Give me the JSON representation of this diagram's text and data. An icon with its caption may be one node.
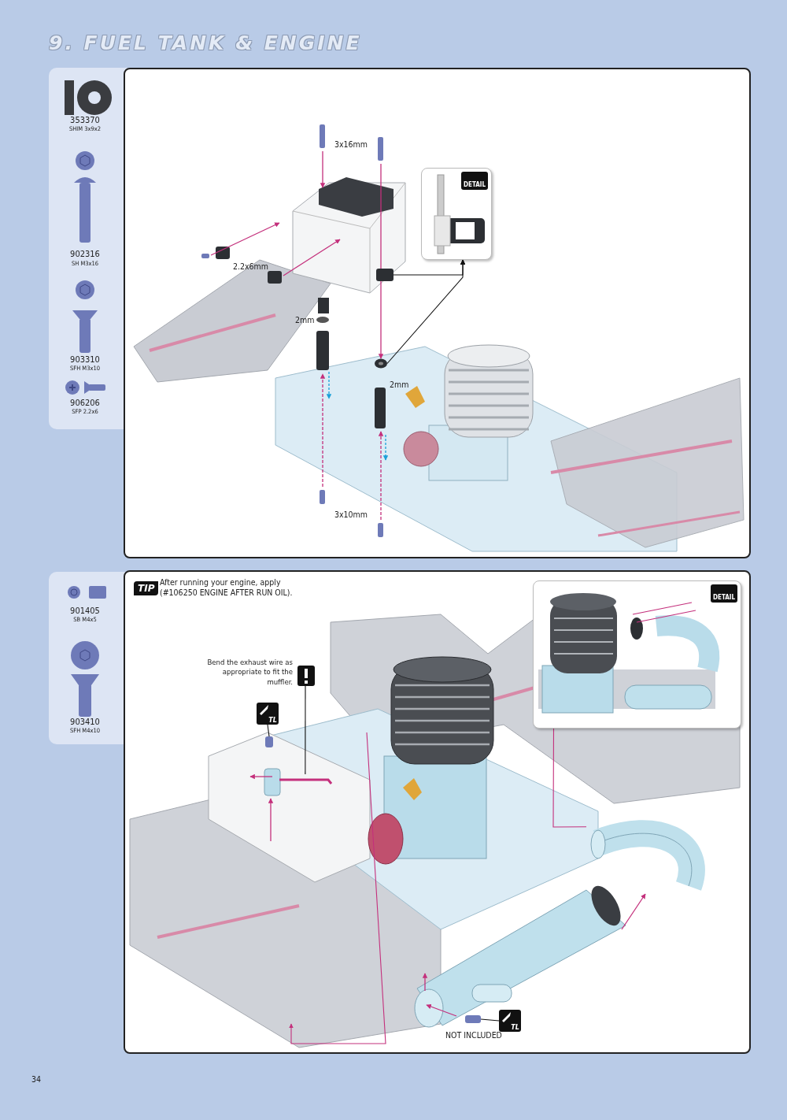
{
  "diagram": {
    "title": "9. FUEL TANK & ENGINE",
    "nodes": [
      {
        "text": [
          "DETAIL"
        ]
      },
      {
        "text": [],
        "shape": "box"
      },
      {
        "text": [],
        "shape": "picture"
      },
      {
        "text": [
          "Bend the exhaust wire as appropriate to fit the muffler."
        ]
      },
      {
        "text": [],
        "shape": "picture"
      },
      {
        "text": [
          "TL"
        ]
      },
      {
        "text": [],
        "shape": "box"
      },
      {
        "text": [
          "DETAIL"
        ]
      },
      {
        "text": [],
        "shape": "picture"
      },
      {
        "text": [
          "TL"
        ]
      },
      {
        "text": [],
        "shape": "box"
      }
    ],
    "edges": [
      {
        "from": 1,
        "to": 0,
        "arrow": "to"
      },
      {
        "from": 2,
        "to": 0,
        "arrow": "to"
      },
      {
        "from": 3,
        "to": 4,
        "arrow": "none"
      },
      {
        "from": 5,
        "to": 6,
        "arrow": "none"
      },
      {
        "from": 9,
        "to": 10,
        "arrow": "none"
      },
      {
        "from": 7,
        "to": 8,
        "arrow": "none",
        "color": "#c4307c"
      }
    ],
    "labels": [
      "353370",
      "SHIM 3x9x2",
      "902316",
      "SH M3x16",
      "903310",
      "SFH M3x10",
      "906206",
      "SFP 2.2x6",
      "3x16mm",
      "2.2x6mm",
      "2mm",
      "2mm",
      "3x10mm",
      "901405",
      "SB M4x5",
      "903410",
      "SFH M4x10",
      "TIP",
      "After running your engine, apply (#106250 ENGINE AFTER RUN OIL).",
      "NOT INCLUDED",
      "34"
    ]
  }
}
